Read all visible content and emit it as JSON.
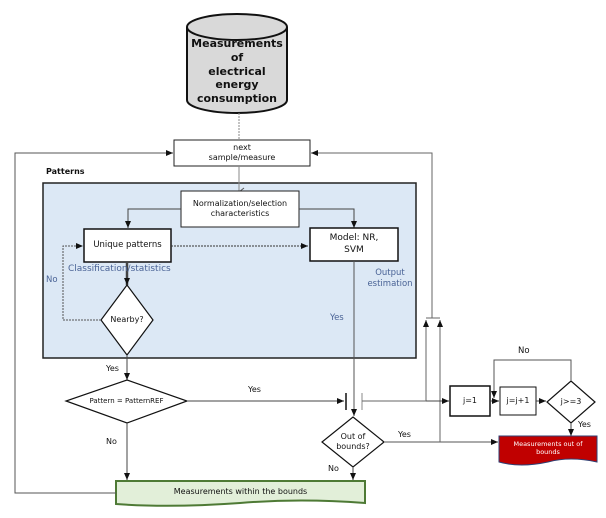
{
  "diagram": {
    "database": {
      "label_line1": "Measurements of",
      "label_line2": "electrical energy",
      "label_line3": "consumption"
    },
    "next_sample": {
      "label_line1": "next",
      "label_line2": "sample/measure"
    },
    "patterns_group": {
      "title": "Patterns",
      "fill": "#dce8f5"
    },
    "normalization": {
      "label_line1": "Normalization/selection",
      "label_line2": "characteristics"
    },
    "unique_patterns": {
      "label": "Unique patterns"
    },
    "model": {
      "label_line1": "Model: NR,",
      "label_line2": "SVM"
    },
    "classification_label": "Classification/statistics",
    "output_estimation_label": {
      "line1": "Output",
      "line2": "estimation"
    },
    "nearby_decision": {
      "label": "Nearby?"
    },
    "pattern_ref_decision": {
      "label": "Pattern = PatternREF"
    },
    "out_of_bounds_decision": {
      "label_line1": "Out of",
      "label_line2": "bounds?"
    },
    "j_init": {
      "label": "j=1"
    },
    "j_increment": {
      "label": "j=j+1"
    },
    "j_check_decision": {
      "label": "j>=3"
    },
    "out_of_bounds_result": {
      "label_line1": "Measurements out of",
      "label_line2": "bounds",
      "fill": "#c00000"
    },
    "within_bounds_result": {
      "label": "Measurements within the bounds",
      "fill": "#e2efd9",
      "border": "#4e7a35"
    },
    "edge_labels": {
      "no_nearby": "No",
      "yes_nearby": "Yes",
      "yes_model": "Yes",
      "yes_pattern": "Yes",
      "no_pattern": "No",
      "yes_out": "Yes",
      "no_out": "No",
      "no_j": "No",
      "yes_j": "Yes"
    }
  }
}
